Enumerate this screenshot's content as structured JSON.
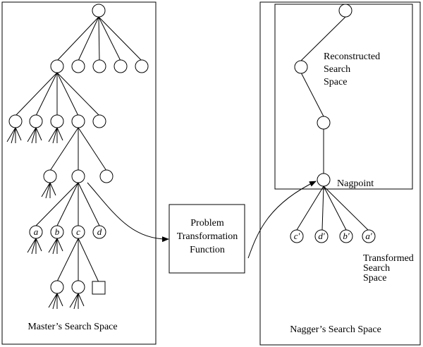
{
  "labels": {
    "master_space": "Master’s Search Space",
    "nagger_space": "Nagger’s Search Space",
    "reconstructed": [
      "Reconstructed",
      "Search",
      "Space"
    ],
    "transformed": [
      "Transformed",
      "Search",
      "Space"
    ],
    "nagpoint": "Nagpoint",
    "transform_fn": [
      "Problem",
      "Transformation",
      "Function"
    ]
  },
  "master_leaf_labels": [
    "a",
    "b",
    "c",
    "d"
  ],
  "nagger_leaf_labels": [
    "c′",
    "d′",
    "b′",
    "a′"
  ]
}
